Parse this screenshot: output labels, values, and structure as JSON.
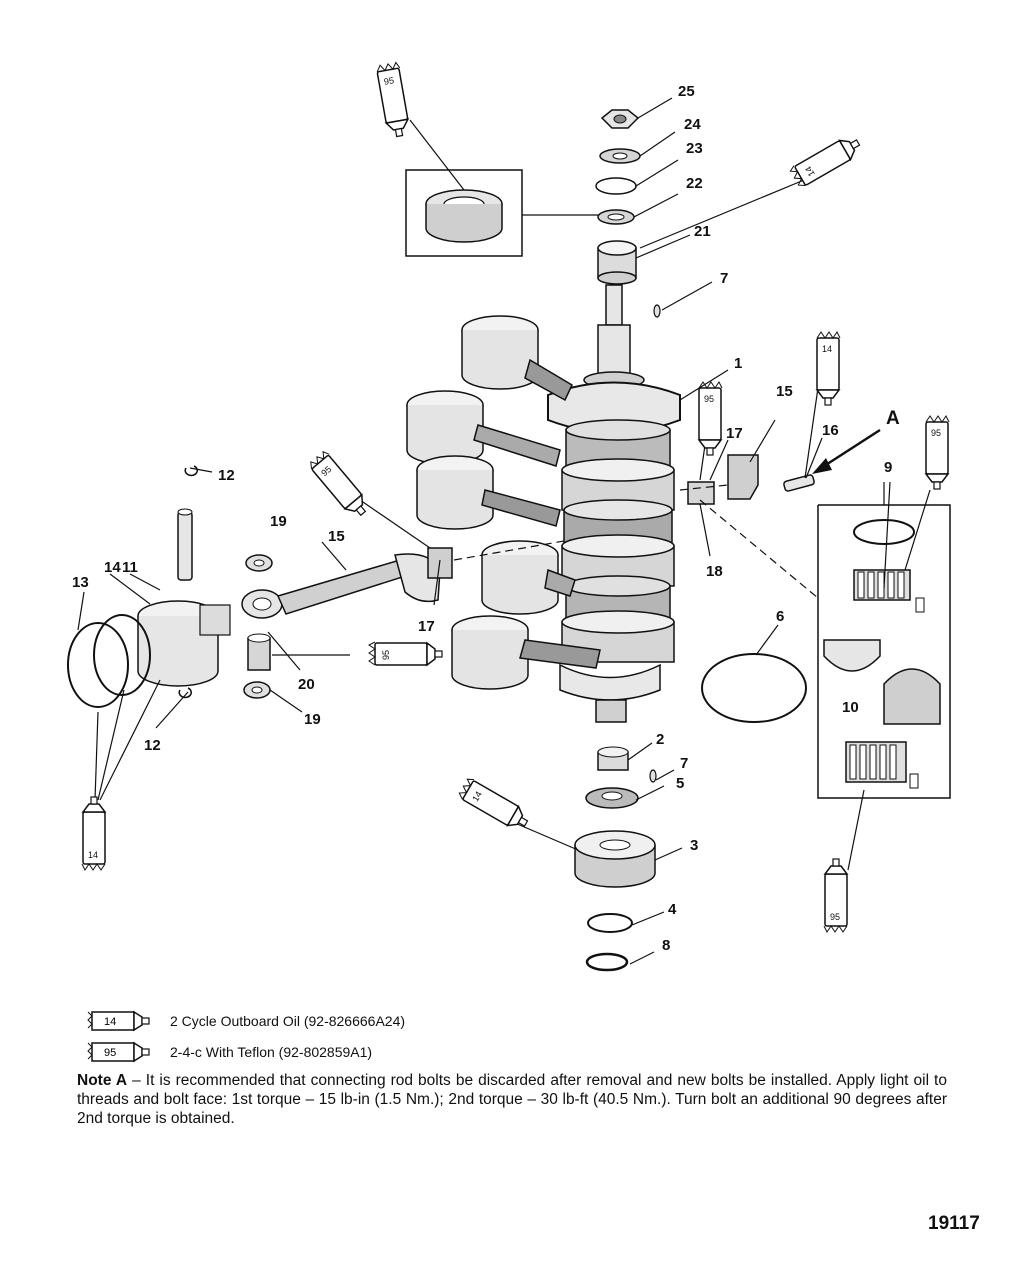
{
  "callouts": {
    "c1": "1",
    "c2": "2",
    "c3": "3",
    "c4": "4",
    "c5": "5",
    "c6": "6",
    "c7a": "7",
    "c7b": "7",
    "c8": "8",
    "c9": "9",
    "c10": "10",
    "c11": "11",
    "c12a": "12",
    "c12b": "12",
    "c13": "13",
    "c14": "14",
    "c15a": "15",
    "c15b": "15",
    "c16": "16",
    "c17a": "17",
    "c17b": "17",
    "c18": "18",
    "c19a": "19",
    "c19b": "19",
    "c20": "20",
    "c21": "21",
    "c22": "22",
    "c23": "23",
    "c24": "24",
    "c25": "25",
    "cA": "A"
  },
  "tubes": {
    "t95_top": "95",
    "t14_top": "14",
    "t95_mid": "95",
    "t14_mid": "14",
    "t95_rod": "95",
    "t95_right": "95",
    "t95_pin": "95",
    "t14_left": "14",
    "t14_bearing": "14",
    "t95_bottom": "95"
  },
  "legend": [
    {
      "tube": "14",
      "text": "2 Cycle Outboard Oil (92-826666A24)"
    },
    {
      "tube": "95",
      "text": "2-4-c With Teflon (92-802859A1)"
    }
  ],
  "note": {
    "label": "Note A",
    "text": " – It is recommended that connecting rod bolts be discarded after removal and new bolts be installed.  Apply light oil to threads and bolt face: 1st torque – 15 lb-in (1.5 Nm.); 2nd torque – 30 lb-ft (40.5 Nm.). Turn bolt an additional 90 degrees after 2nd torque is obtained."
  },
  "figure_number": "19117",
  "colors": {
    "ink": "#111111",
    "shade": "#cfcfcf",
    "dark": "#555555"
  }
}
